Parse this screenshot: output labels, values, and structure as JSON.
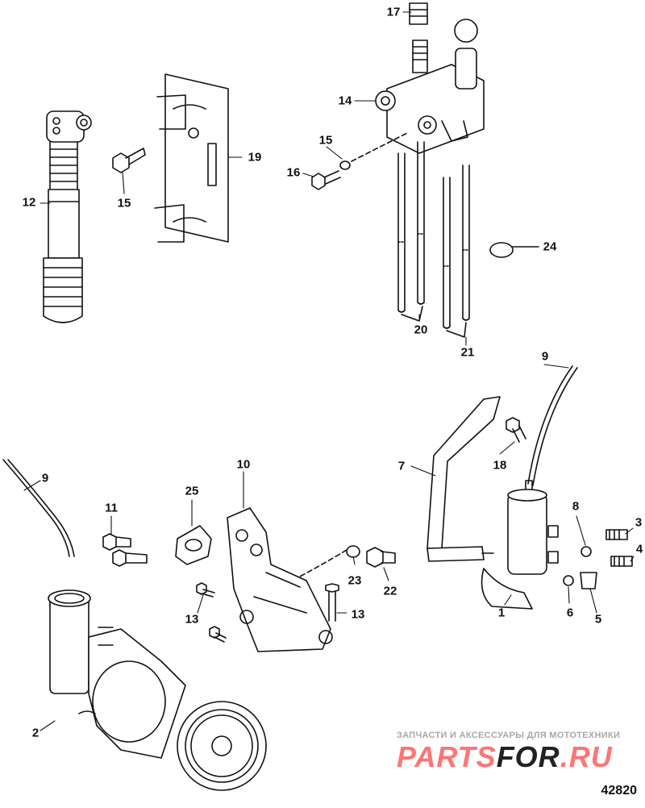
{
  "diagram_id": "42820",
  "watermark": {
    "tagline": "ЗАПЧАСТИ И АКСЕССУАРЫ ДЛЯ МОТОТЕХНИКИ",
    "logo_part1": "PARTS",
    "logo_part2": "FOR",
    "logo_part3": ".RU"
  },
  "callouts": [
    {
      "id": "c17",
      "text": "17"
    },
    {
      "id": "c14",
      "text": "14"
    },
    {
      "id": "c15a",
      "text": "15"
    },
    {
      "id": "c16",
      "text": "16"
    },
    {
      "id": "c19",
      "text": "19"
    },
    {
      "id": "c12",
      "text": "12"
    },
    {
      "id": "c15b",
      "text": "15"
    },
    {
      "id": "c24",
      "text": "24"
    },
    {
      "id": "c20",
      "text": "20"
    },
    {
      "id": "c21",
      "text": "21"
    },
    {
      "id": "c9a",
      "text": "9"
    },
    {
      "id": "c7",
      "text": "7"
    },
    {
      "id": "c18",
      "text": "18"
    },
    {
      "id": "c8",
      "text": "8"
    },
    {
      "id": "c3",
      "text": "3"
    },
    {
      "id": "c4",
      "text": "4"
    },
    {
      "id": "c1",
      "text": "1"
    },
    {
      "id": "c6",
      "text": "6"
    },
    {
      "id": "c5",
      "text": "5"
    },
    {
      "id": "c10",
      "text": "10"
    },
    {
      "id": "c9b",
      "text": "9"
    },
    {
      "id": "c25",
      "text": "25"
    },
    {
      "id": "c11",
      "text": "11"
    },
    {
      "id": "c23",
      "text": "23"
    },
    {
      "id": "c22",
      "text": "22"
    },
    {
      "id": "c13a",
      "text": "13"
    },
    {
      "id": "c13b",
      "text": "13"
    },
    {
      "id": "c2",
      "text": "2"
    }
  ]
}
